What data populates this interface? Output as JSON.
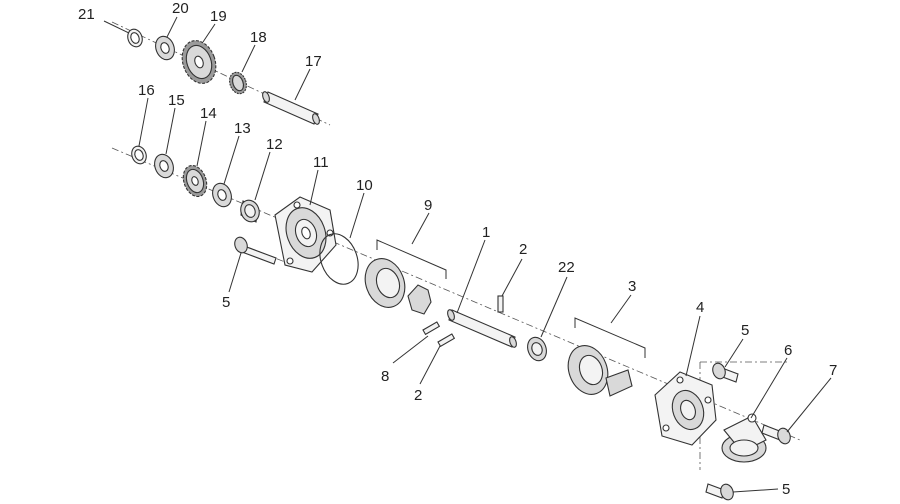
{
  "callouts": [
    {
      "id": "c21",
      "text": "21"
    },
    {
      "id": "c20",
      "text": "20"
    },
    {
      "id": "c19",
      "text": "19"
    },
    {
      "id": "c18",
      "text": "18"
    },
    {
      "id": "c17",
      "text": "17"
    },
    {
      "id": "c16",
      "text": "16"
    },
    {
      "id": "c15",
      "text": "15"
    },
    {
      "id": "c14",
      "text": "14"
    },
    {
      "id": "c13",
      "text": "13"
    },
    {
      "id": "c12",
      "text": "12"
    },
    {
      "id": "c11",
      "text": "11"
    },
    {
      "id": "c10",
      "text": "10"
    },
    {
      "id": "c9",
      "text": "9"
    },
    {
      "id": "c5a",
      "text": "5"
    },
    {
      "id": "c1",
      "text": "1"
    },
    {
      "id": "c2a",
      "text": "2"
    },
    {
      "id": "c22",
      "text": "22"
    },
    {
      "id": "c3",
      "text": "3"
    },
    {
      "id": "c4",
      "text": "4"
    },
    {
      "id": "c5b",
      "text": "5"
    },
    {
      "id": "c6",
      "text": "6"
    },
    {
      "id": "c7",
      "text": "7"
    },
    {
      "id": "c8",
      "text": "8"
    },
    {
      "id": "c2b",
      "text": "2"
    },
    {
      "id": "c5c",
      "text": "5"
    }
  ]
}
